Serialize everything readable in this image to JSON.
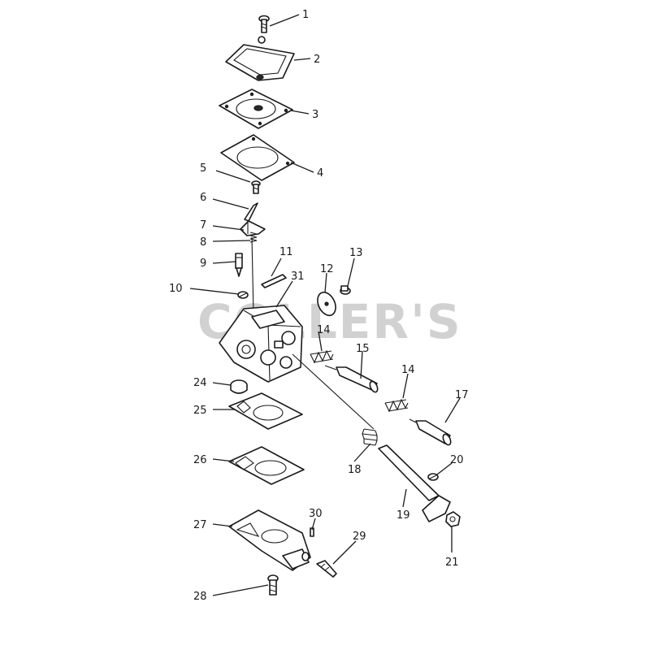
{
  "watermark": "COLLER'S",
  "callouts": {
    "p1": "1",
    "p2": "2",
    "p3": "3",
    "p4": "4",
    "p5": "5",
    "p6": "6",
    "p7": "7",
    "p8": "8",
    "p9": "9",
    "p10": "10",
    "p11": "11",
    "p12": "12",
    "p13": "13",
    "p14a": "14",
    "p14b": "14",
    "p15": "15",
    "p17": "17",
    "p18": "18",
    "p19": "19",
    "p20": "20",
    "p21": "21",
    "p24": "24",
    "p25": "25",
    "p26": "26",
    "p27": "27",
    "p28": "28",
    "p29": "29",
    "p30": "30",
    "p31": "31"
  }
}
